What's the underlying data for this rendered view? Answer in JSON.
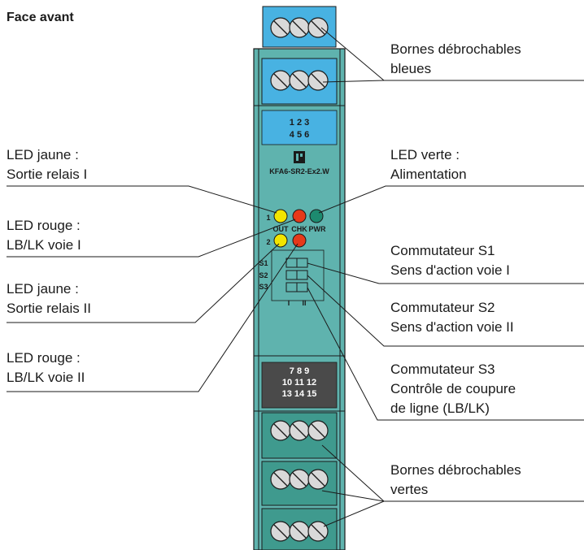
{
  "title": "Face avant",
  "model": "KFA6-SR2-Ex2.W",
  "terminals_top": [
    "1 2 3",
    "4 5 6"
  ],
  "terminals_bottom": [
    "7 8 9",
    "10 11 12",
    "13 14 15"
  ],
  "led_row1_number": "1",
  "led_row2_number": "2",
  "led_labels": [
    "OUT",
    "CHK",
    "PWR"
  ],
  "switch_labels": [
    "S1",
    "S2",
    "S3"
  ],
  "switch_channels": [
    "I",
    "II"
  ],
  "labels": {
    "led_yellow_1": [
      "LED jaune :",
      "Sortie relais I"
    ],
    "led_red_1": [
      "LED rouge :",
      "LB/LK voie I"
    ],
    "led_yellow_2": [
      "LED jaune :",
      "Sortie relais II"
    ],
    "led_red_2": [
      "LED rouge :",
      "LB/LK voie II"
    ],
    "blue_terminals": [
      "Bornes débrochables",
      "bleues"
    ],
    "led_green": [
      "LED verte :",
      "Alimentation"
    ],
    "switch_s1": [
      "Commutateur S1",
      "Sens d'action voie I"
    ],
    "switch_s2": [
      "Commutateur S2",
      "Sens d'action voie II"
    ],
    "switch_s3": [
      "Commutateur S3",
      "Contrôle de coupure",
      "de ligne (LB/LK)"
    ],
    "green_terminals": [
      "Bornes débrochables",
      "vertes"
    ]
  },
  "colors": {
    "housing_teal": "#5fb3ae",
    "blue_terminal": "#48b2e2",
    "green_terminal": "#3f9a8e",
    "led_yellow": "#f2e500",
    "led_red": "#e6391a",
    "led_green": "#1d8a6f",
    "dark_panel": "#4a4a4a"
  }
}
